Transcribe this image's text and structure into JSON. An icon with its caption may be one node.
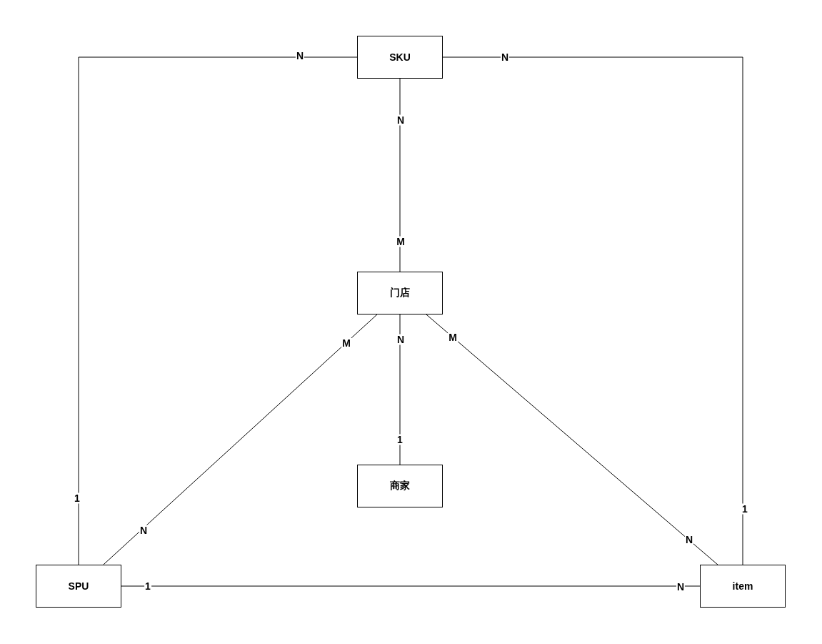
{
  "diagram": {
    "nodes": [
      {
        "text": [
          "SKU"
        ]
      },
      {
        "text": [
          "门店"
        ]
      },
      {
        "text": [
          "商家"
        ]
      },
      {
        "text": [
          "SPU"
        ]
      },
      {
        "text": [
          "item"
        ]
      }
    ],
    "edges": [
      {
        "from": 0,
        "to": 3,
        "arrow": "none"
      },
      {
        "from": 0,
        "to": 4,
        "arrow": "none"
      },
      {
        "from": 0,
        "to": 1,
        "arrow": "none"
      },
      {
        "from": 1,
        "to": 3,
        "arrow": "none"
      },
      {
        "from": 1,
        "to": 4,
        "arrow": "none"
      },
      {
        "from": 1,
        "to": 2,
        "arrow": "none"
      },
      {
        "from": 3,
        "to": 4,
        "arrow": "none"
      }
    ],
    "labels": [
      "N",
      "N",
      "N",
      "M",
      "M",
      "N",
      "M",
      "1",
      "1",
      "1",
      "N",
      "N",
      "1",
      "N"
    ]
  }
}
